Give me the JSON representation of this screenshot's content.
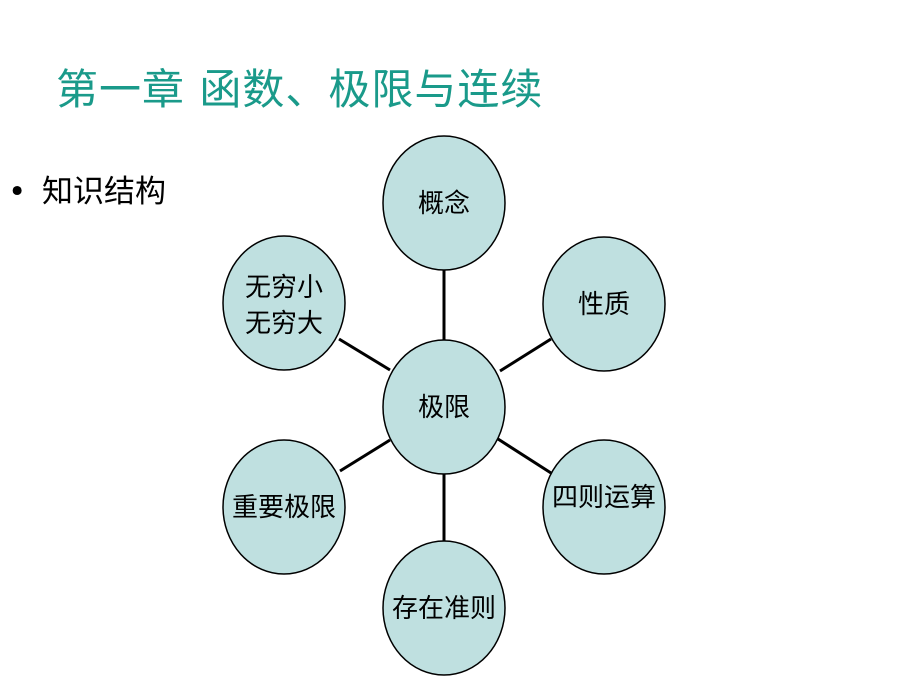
{
  "title": "第一章  函数、极限与连续",
  "bullet": {
    "symbol": "•",
    "text": "知识结构"
  },
  "diagram": {
    "center": "极限",
    "nodes": [
      {
        "id": "concept",
        "lines": [
          "概念"
        ]
      },
      {
        "id": "properties",
        "lines": [
          "性质"
        ]
      },
      {
        "id": "four-operations",
        "lines": [
          "四则运算"
        ]
      },
      {
        "id": "existence-criteria",
        "lines": [
          "存在准则"
        ]
      },
      {
        "id": "important-limits",
        "lines": [
          "重要极限"
        ]
      },
      {
        "id": "infinitesimal-infinity",
        "lines": [
          "无穷小",
          "无穷大"
        ]
      }
    ],
    "fill_color": "#bfe0e0",
    "stroke_color": "#000000"
  }
}
